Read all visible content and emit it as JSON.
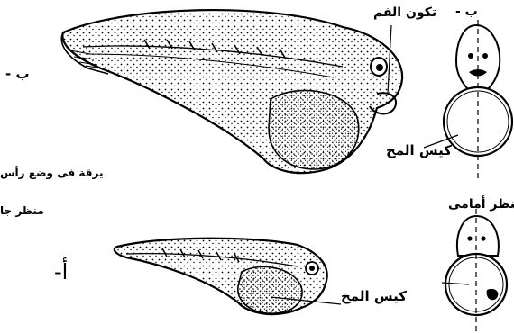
{
  "labels": {
    "b_top": "ب -",
    "mouth_formation": "تكون الفم",
    "b_left": "ب -",
    "yolk_sac_right": "كيس المح",
    "larva_head_position": "يرقة فى وضع رأس",
    "side_view": "منظر جا",
    "front_view": "منظر أمامى",
    "a_label": "أ-",
    "yolk_sac_bottom": "كيس المح"
  },
  "colors": {
    "ink": "#000000",
    "paper": "#ffffff"
  }
}
